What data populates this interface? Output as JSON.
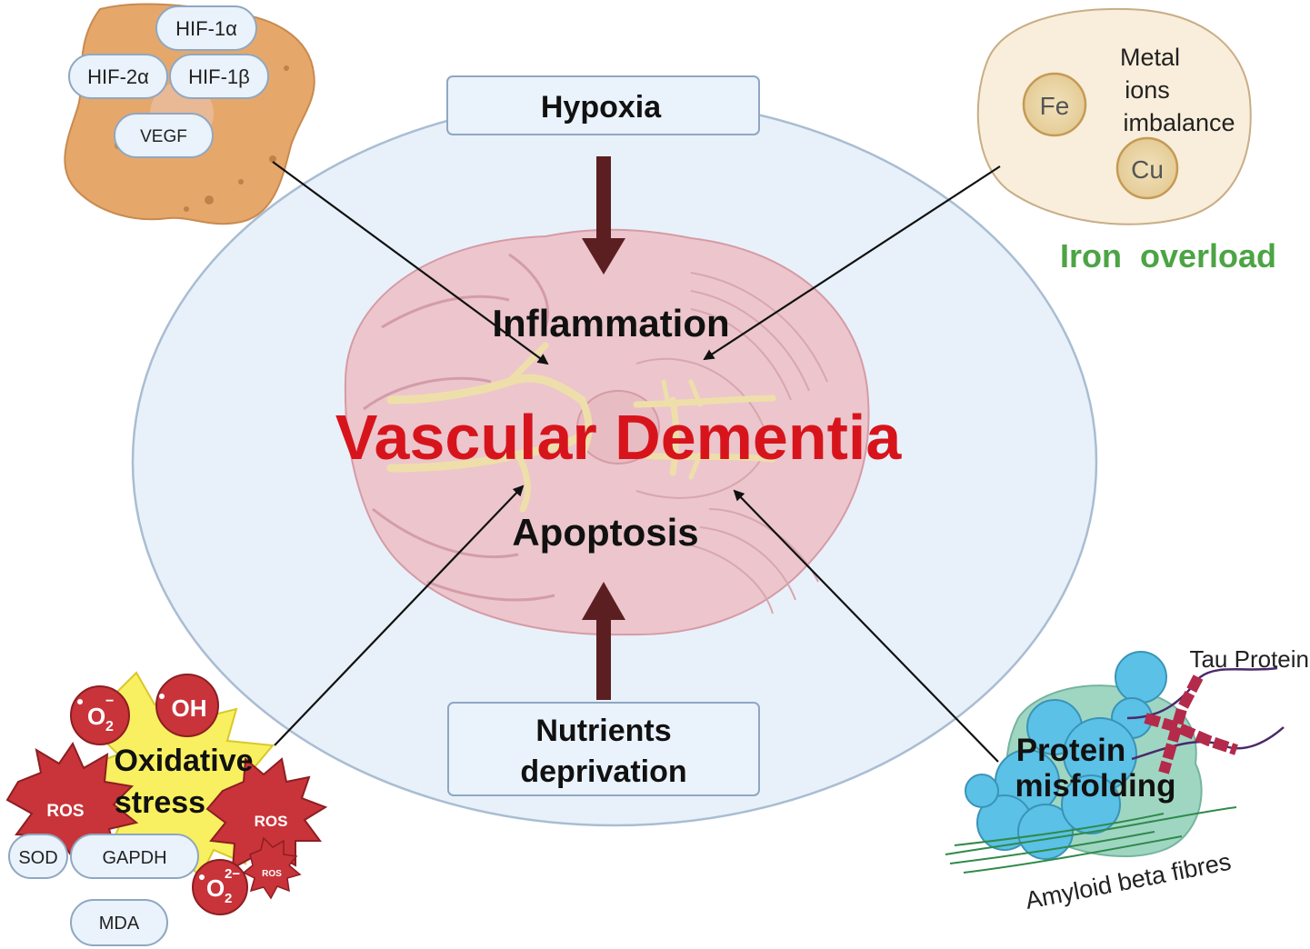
{
  "center": {
    "title": "Vascular Dementia",
    "inflammation": "Inflammation",
    "apoptosis": "Apoptosis",
    "hypoxia": "Hypoxia",
    "nutrients_line1": "Nutrients",
    "nutrients_line2": "deprivation"
  },
  "hif_cell": {
    "hif1a": "HIF-1α",
    "hif2a": "HIF-2α",
    "hif1b": "HIF-1β",
    "vegf": "VEGF"
  },
  "metal": {
    "line1": "Metal",
    "line2": "ions",
    "line3": "imbalance",
    "fe": "Fe",
    "cu": "Cu",
    "label": "Iron  overload"
  },
  "oxidative": {
    "line1": "Oxidative",
    "line2": "stress",
    "o2": "O",
    "o2_sub": "2",
    "o2_sup": "−",
    "oh": "OH",
    "ros1": "ROS",
    "ros2": "ROS",
    "ros3": "ROS",
    "o2b": "O",
    "o2b_sub": "2",
    "o2b_sup": "2−",
    "sod": "SOD",
    "gapdh": "GAPDH",
    "mda": "MDA"
  },
  "protein": {
    "line1": "Protein",
    "line2": "misfolding",
    "tau": "Tau Protein",
    "amyloid": "Amyloid beta fibres"
  },
  "colors": {
    "title_red": "#d7141c",
    "iron_green": "#4ca444",
    "arrow_dark": "#5b1f22",
    "ellipse_fill": "#e8f1fa",
    "ellipse_stroke": "#a9bdd2"
  }
}
